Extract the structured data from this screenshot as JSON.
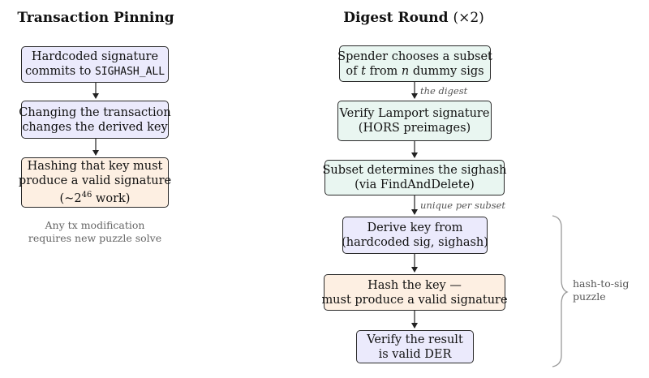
{
  "left": {
    "title": "Transaction Pinning",
    "box1": {
      "line1": "Hardcoded signature",
      "line2_prefix": "commits to ",
      "line2_code": "SIGHASH_ALL"
    },
    "box2": {
      "line1": "Changing the transaction",
      "line2": "changes the derived key"
    },
    "box3": {
      "line1": "Hashing that key must",
      "line2": "produce a valid signature",
      "line3_prefix": "(~2",
      "line3_exp": "46",
      "line3_suffix": " work)"
    },
    "note": {
      "line1": "Any tx modification",
      "line2": "requires new puzzle solve"
    }
  },
  "right": {
    "title": "Digest Round",
    "title_mult": "(×2)",
    "box1": {
      "line1": "Spender chooses a subset",
      "line2_a": "of ",
      "line2_t": "t",
      "line2_b": " from ",
      "line2_n": "n",
      "line2_c": " dummy sigs"
    },
    "label1": "the digest",
    "box2": {
      "line1": "Verify Lamport signature",
      "line2": "(HORS preimages)"
    },
    "box3": {
      "line1": "Subset determines the sighash",
      "line2": "(via FindAndDelete)"
    },
    "label2": "unique per subset",
    "box4": {
      "line1": "Derive key from",
      "line2": "(hardcoded sig, sighash)"
    },
    "box5": {
      "line1": "Hash the key —",
      "line2": "must produce a valid signature"
    },
    "box6": {
      "line1": "Verify the result",
      "line2": "is valid DER"
    },
    "brace_label": {
      "line1": "hash-to-sig",
      "line2": "puzzle"
    }
  },
  "colors": {
    "purple": "#ebeafc",
    "green": "#e9f6f1",
    "orange": "#fdefe2",
    "border": "#2a2a2a",
    "brace": "#999999"
  }
}
